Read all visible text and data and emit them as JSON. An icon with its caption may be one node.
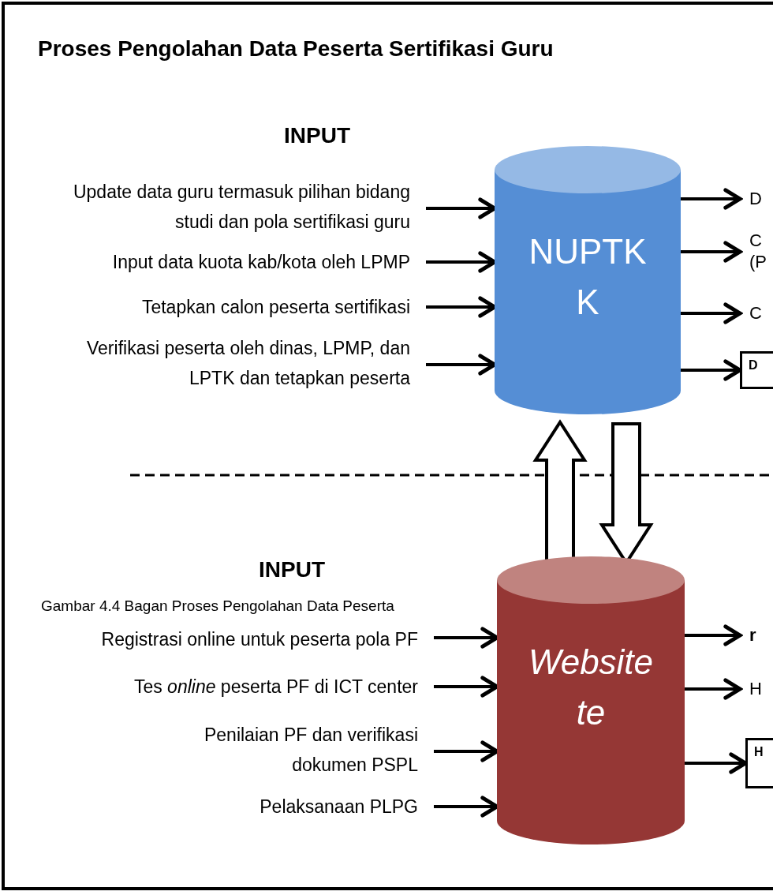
{
  "diagram": {
    "title": "Proses Pengolahan Data Peserta Sertifikasi Guru",
    "caption": "Gambar 4.4  Bagan Proses Pengolahan Data Peserta",
    "nodes": [
      {
        "text": [
          "Update data guru termasuk pilihan bidang studi dan pola sertifikasi guru"
        ]
      },
      {
        "text": [
          "Input data kuota kab/kota oleh LPMP"
        ]
      },
      {
        "text": [
          "Tetapkan calon peserta sertifikasi"
        ]
      },
      {
        "text": [
          "Verifikasi peserta oleh dinas, LPMP, dan LPTK dan tetapkan peserta"
        ]
      },
      {
        "text": [
          "NUPTK K"
        ]
      },
      {
        "text": [
          "D"
        ]
      },
      {
        "text": [
          "C (P"
        ]
      },
      {
        "text": [
          "C"
        ]
      },
      {
        "text": [
          "D"
        ]
      },
      {
        "text": [
          "Registrasi online untuk peserta pola PF"
        ]
      },
      {
        "text": [
          "Tes *online* peserta PF di ICT center"
        ]
      },
      {
        "text": [
          "Penilaian PF dan verifikasi dokumen PSPL"
        ]
      },
      {
        "text": [
          "Pelaksanaan PLPG"
        ]
      },
      {
        "text": [
          "Website te"
        ]
      },
      {
        "text": [
          "r"
        ]
      },
      {
        "text": [
          "H"
        ]
      },
      {
        "text": [
          "H"
        ]
      }
    ],
    "edges": [
      {
        "from": 0,
        "to": 4,
        "arrow": "to"
      },
      {
        "from": 1,
        "to": 4,
        "arrow": "to"
      },
      {
        "from": 2,
        "to": 4,
        "arrow": "to"
      },
      {
        "from": 3,
        "to": 4,
        "arrow": "to"
      },
      {
        "from": 4,
        "to": 5,
        "arrow": "to"
      },
      {
        "from": 4,
        "to": 6,
        "arrow": "to"
      },
      {
        "from": 4,
        "to": 7,
        "arrow": "to"
      },
      {
        "from": 4,
        "to": 8,
        "arrow": "to"
      },
      {
        "from": 13,
        "to": 4,
        "arrow": "to",
        "style": "thick"
      },
      {
        "from": 4,
        "to": 13,
        "arrow": "to",
        "style": "thick"
      },
      {
        "from": 9,
        "to": 13,
        "arrow": "to"
      },
      {
        "from": 10,
        "to": 13,
        "arrow": "to"
      },
      {
        "from": 11,
        "to": 13,
        "arrow": "to"
      },
      {
        "from": 12,
        "to": 13,
        "arrow": "to"
      },
      {
        "from": 13,
        "to": 14,
        "arrow": "to"
      },
      {
        "from": 13,
        "to": 15,
        "arrow": "to"
      },
      {
        "from": 13,
        "to": 16,
        "arrow": "to"
      }
    ],
    "labels": [
      "INPUT",
      "INPUT"
    ]
  }
}
